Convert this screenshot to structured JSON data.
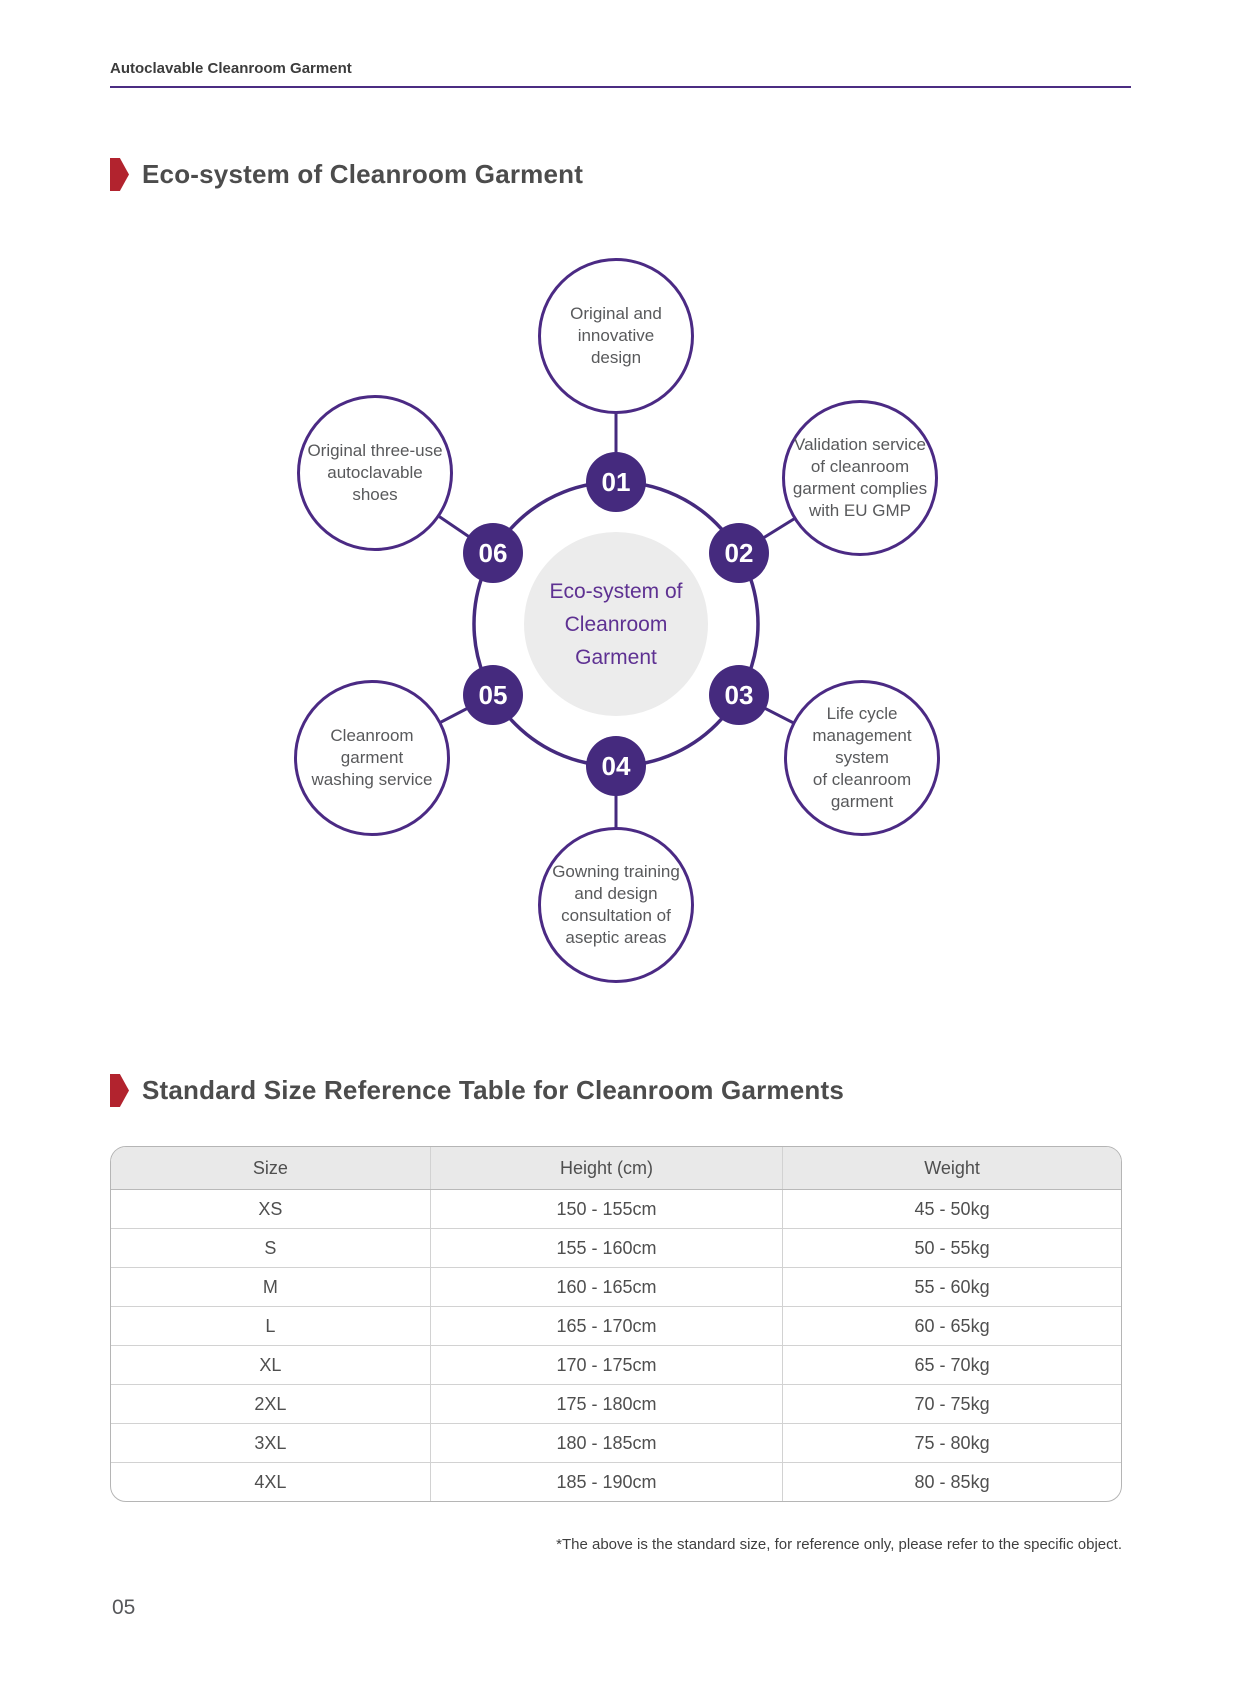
{
  "header": {
    "title": "Autoclavable Cleanroom Garment"
  },
  "sections": {
    "eco": {
      "title": "Eco-system of Cleanroom Garment"
    },
    "size": {
      "title": "Standard Size Reference Table for Cleanroom Garments"
    }
  },
  "diagram": {
    "center_text": "Eco-system of\nCleanroom\nGarment",
    "nodes": [
      {
        "number": "01",
        "label": "Original and\ninnovative\ndesign"
      },
      {
        "number": "02",
        "label": "Validation service\nof cleanroom\ngarment complies\nwith EU GMP"
      },
      {
        "number": "03",
        "label": "Life cycle\nmanagement system\nof cleanroom\ngarment"
      },
      {
        "number": "04",
        "label": "Gowning training\nand design\nconsultation of\naseptic areas"
      },
      {
        "number": "05",
        "label": "Cleanroom\ngarment\nwashing service"
      },
      {
        "number": "06",
        "label": "Original three-use\nautoclavable\nshoes"
      }
    ],
    "colors": {
      "purple": "#452a7e",
      "satellite_border": "#4b2a84",
      "center_fill": "#ececec",
      "center_text": "#5e3192"
    }
  },
  "size_table": {
    "headers": [
      "Size",
      "Height (cm)",
      "Weight"
    ],
    "rows": [
      [
        "XS",
        "150 - 155cm",
        "45 - 50kg"
      ],
      [
        "S",
        "155 - 160cm",
        "50 - 55kg"
      ],
      [
        "M",
        "160 - 165cm",
        "55 - 60kg"
      ],
      [
        "L",
        "165 - 170cm",
        "60 - 65kg"
      ],
      [
        "XL",
        "170 - 175cm",
        "65 - 70kg"
      ],
      [
        "2XL",
        "175 - 180cm",
        "70 - 75kg"
      ],
      [
        "3XL",
        "180 - 185cm",
        "75 - 80kg"
      ],
      [
        "4XL",
        "185 - 190cm",
        "80 - 85kg"
      ]
    ],
    "footnote": "*The above is the standard size, for reference only, please refer to the specific object."
  },
  "page_number": "05",
  "accent_colors": {
    "flag_red": "#b2232e",
    "header_rule_purple": "#4b2d82"
  }
}
